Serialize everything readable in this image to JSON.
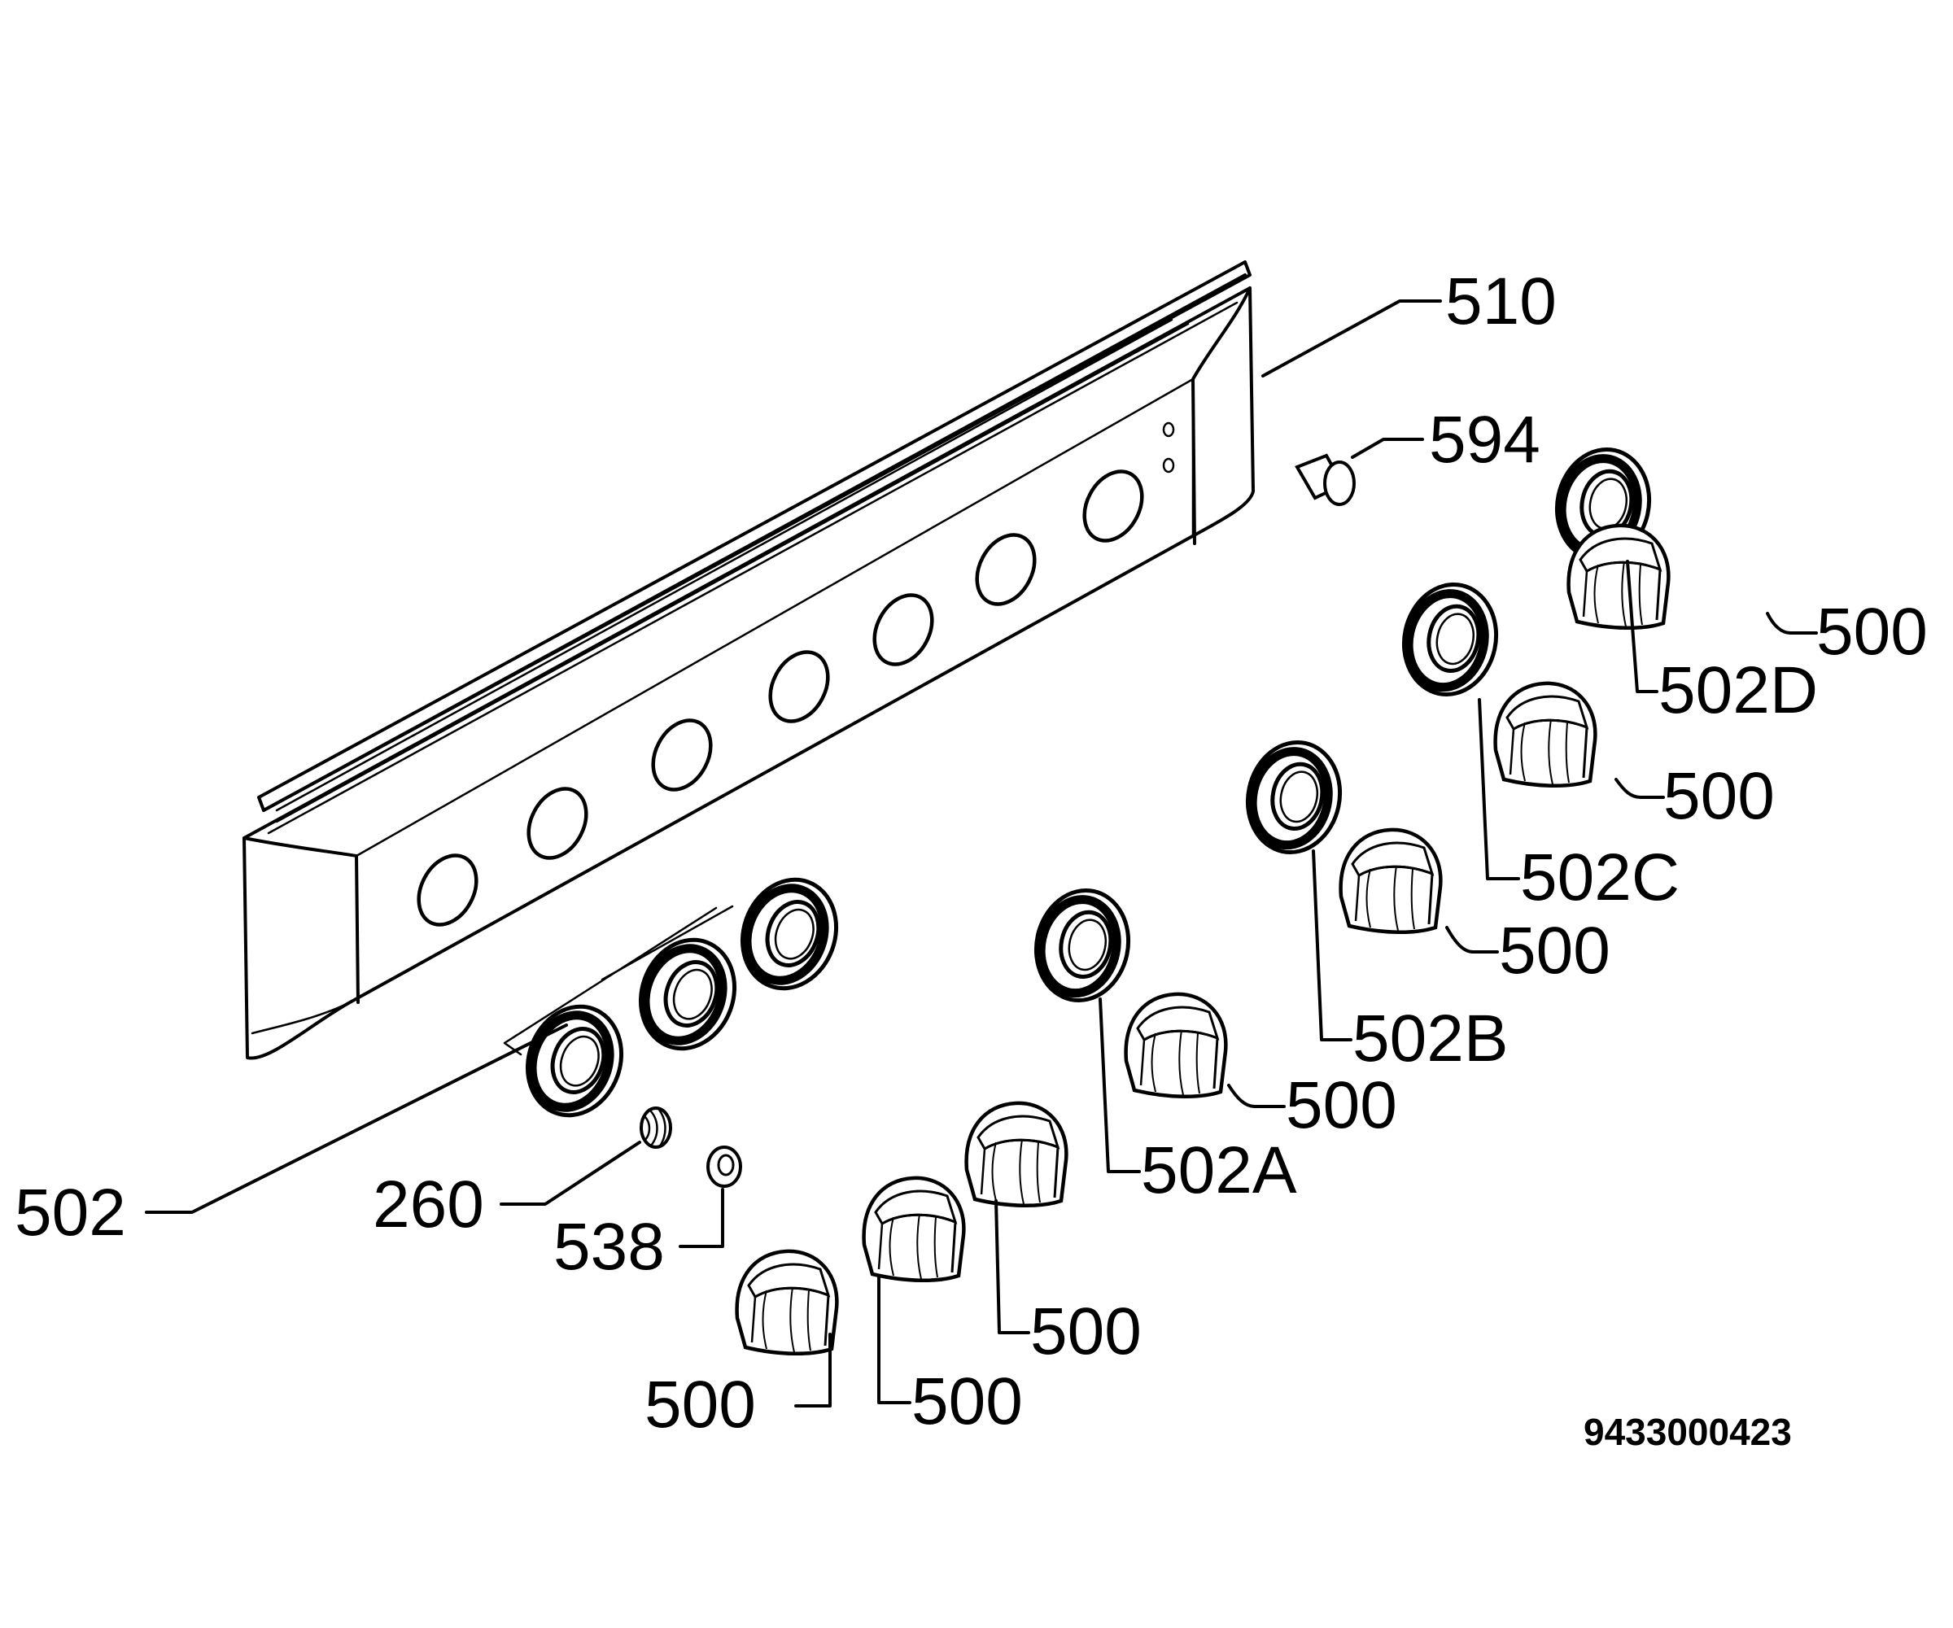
{
  "diagram": {
    "drawing_number": "9433000423",
    "callouts": {
      "panel": "510",
      "indicator": "594",
      "bezel_main": "502",
      "spring": "260",
      "bush": "538",
      "bezel_a": "502A",
      "bezel_b": "502B",
      "bezel_c": "502C",
      "bezel_d": "502D",
      "knob": "500"
    }
  }
}
